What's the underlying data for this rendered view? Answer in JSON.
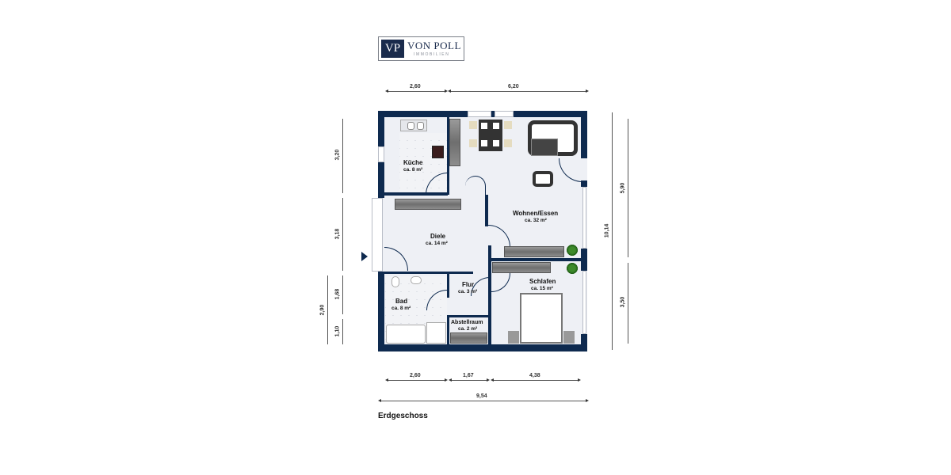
{
  "logo": {
    "mark": "VP",
    "name": "VON POLL",
    "subtitle": "IMMOBILIEN"
  },
  "floor_title": "Erdgeschoss",
  "dimensions": {
    "top": [
      "2,60",
      "6,20"
    ],
    "bottom_row1": [
      "2,60",
      "1,67",
      "4,38"
    ],
    "bottom_total": "9,54",
    "left_outer": [
      "3,20",
      "3,18",
      "1,68",
      "1,10"
    ],
    "left_inner": "2,90",
    "right_outer": "10,14",
    "right_inner": [
      "5,90",
      "3,50"
    ]
  },
  "rooms": [
    {
      "name": "Küche",
      "area": "ca. 8 m²"
    },
    {
      "name": "Wohnen/Essen",
      "area": "ca. 32 m²"
    },
    {
      "name": "Diele",
      "area": "ca. 14 m²"
    },
    {
      "name": "Bad",
      "area": "ca. 8 m²"
    },
    {
      "name": "Flur",
      "area": "ca. 3 m²"
    },
    {
      "name": "Abstellraum",
      "area": "ca. 2 m²"
    },
    {
      "name": "Schlafen",
      "area": "ca. 15 m²"
    }
  ],
  "colors": {
    "wall": "#0e2a4f",
    "floor": "#eef0f5",
    "brand": "#1a2b4c"
  }
}
